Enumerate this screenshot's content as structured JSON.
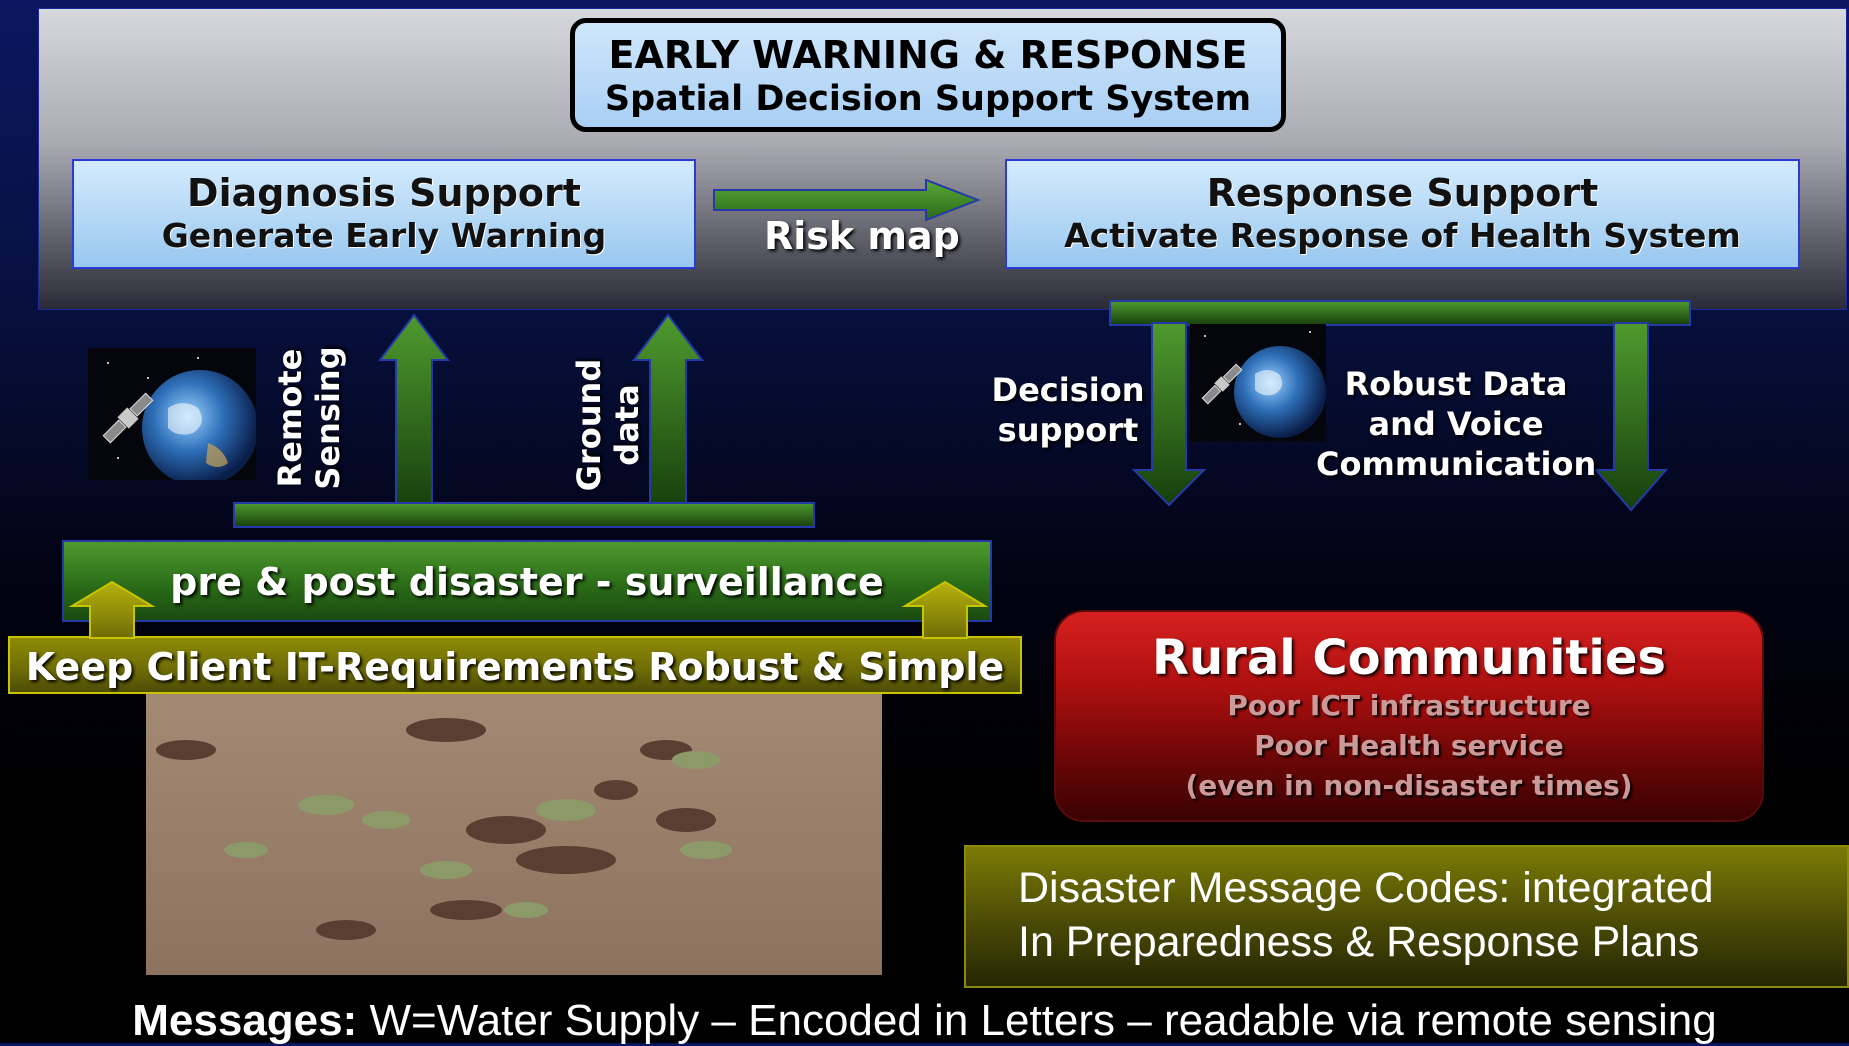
{
  "title": {
    "line1": "EARLY WARNING & RESPONSE",
    "line2": "Spatial Decision Support System"
  },
  "diagnosis": {
    "title": "Diagnosis Support",
    "subtitle": "Generate Early Warning"
  },
  "response": {
    "title": "Response Support",
    "subtitle": "Activate Response of Health System"
  },
  "risk_map_label": "Risk map",
  "remote_sensing": {
    "line1": "Remote",
    "line2": "Sensing"
  },
  "ground_data": {
    "line1": "Ground",
    "line2": "data"
  },
  "decision_support": {
    "line1": "Decision",
    "line2": "support"
  },
  "robust_comm": {
    "line1": "Robust Data",
    "line2": "and Voice",
    "line3": "Communication"
  },
  "surveillance_label": "pre & post disaster - surveillance",
  "keep_label": "Keep Client IT-Requirements Robust & Simple",
  "rural": {
    "title": "Rural Communities",
    "line1": "Poor ICT infrastructure",
    "line2": "Poor Health service",
    "line3": "(even in non-disaster times)"
  },
  "codes": {
    "line1": "Disaster Message Codes: integrated",
    "line2": "In Preparedness & Response Plans"
  },
  "messages": {
    "label": "Messages:",
    "text": " W=Water Supply – Encoded in Letters – readable via remote sensing"
  },
  "colors": {
    "background_top": "#0b1660",
    "background_bottom": "#000000",
    "title_box": "#a9cff4",
    "support_box": "#98c7ef",
    "arrow_green": "#3f8a24",
    "keep_bar": "#8e8a06",
    "rural_red": "#b01010",
    "codes_olive": "#7b7b06"
  },
  "icons": [
    "earth-satellite-icon",
    "earth-satellite-icon"
  ]
}
